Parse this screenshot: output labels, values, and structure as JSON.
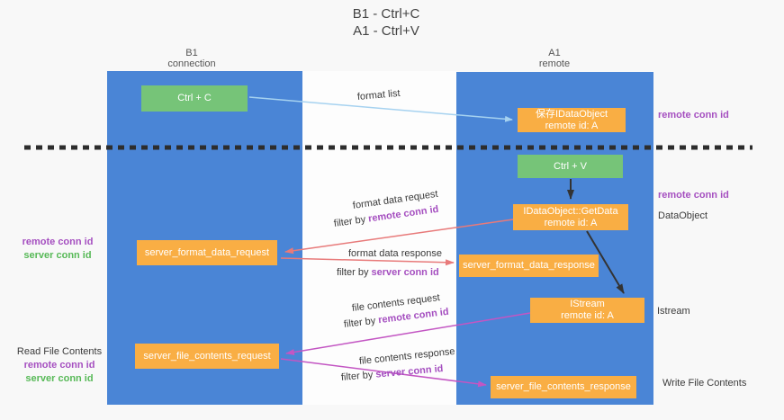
{
  "colors": {
    "background": "#f8f8f8",
    "strip": "#fdfdfd",
    "lane_blue": "#4a85d6",
    "box_green": "#76c478",
    "box_orange": "#f9ae44",
    "arrow_lightblue": "#a6d2f0",
    "arrow_red": "#e87a7a",
    "arrow_magenta": "#c356c3",
    "arrow_black": "#333333",
    "label_purple": "#a54fc0",
    "label_green": "#57b957",
    "text_dark": "#3a3a3a",
    "dashed_line": "#2d2d2d"
  },
  "title": {
    "line1": "B1 - Ctrl+C",
    "line2": "A1 - Ctrl+V"
  },
  "lanes": {
    "left": {
      "header_top": "B1",
      "header_bottom": "connection"
    },
    "right": {
      "header_top": "A1",
      "header_bottom": "remote"
    }
  },
  "boxes": {
    "ctrl_c": "Ctrl + C",
    "ctrl_v": "Ctrl + V",
    "save_dataobject_line1": "保存IDataObject",
    "save_dataobject_line2": "remote id: A",
    "getdata_line1": "IDataObject::GetData",
    "getdata_line2": "remote id: A",
    "istream_line1": "IStream",
    "istream_line2": "remote id: A",
    "format_request": "server_format_data_request",
    "format_response": "server_format_data_response",
    "file_request": "server_file_contents_request",
    "file_response": "server_file_contents_response"
  },
  "flow": {
    "format_list": "format list",
    "format_data_request": "format data request",
    "format_data_response": "format data response",
    "file_contents_request": "file contents request",
    "file_contents_response": "file contents response",
    "filter_by": "filter by",
    "remote_conn_id": "remote conn id",
    "server_conn_id": "server conn id"
  },
  "side_labels": {
    "right_remote_1": "remote conn id",
    "right_remote_2": "remote conn id",
    "dataobject": "DataObject",
    "istream": "Istream",
    "write_file_contents": "Write File Contents",
    "left_remote_1": "remote conn id",
    "left_server_1": "server conn id",
    "read_file_contents": "Read File Contents",
    "left_remote_2": "remote conn id",
    "left_server_2": "server conn id"
  }
}
